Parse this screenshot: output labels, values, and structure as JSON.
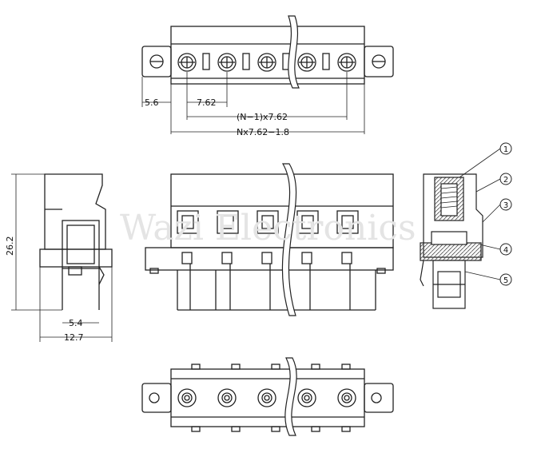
{
  "dimensions": {
    "d1": "5.6",
    "d2": "7.62",
    "d3": "(N−1)x7.62",
    "d4": "Nx7.62−1.8",
    "d5": "26.2",
    "d6": "5.4",
    "d7": "12.7"
  },
  "callouts": [
    "1",
    "2",
    "3",
    "4",
    "5"
  ],
  "watermark": "Wazi Electronics"
}
